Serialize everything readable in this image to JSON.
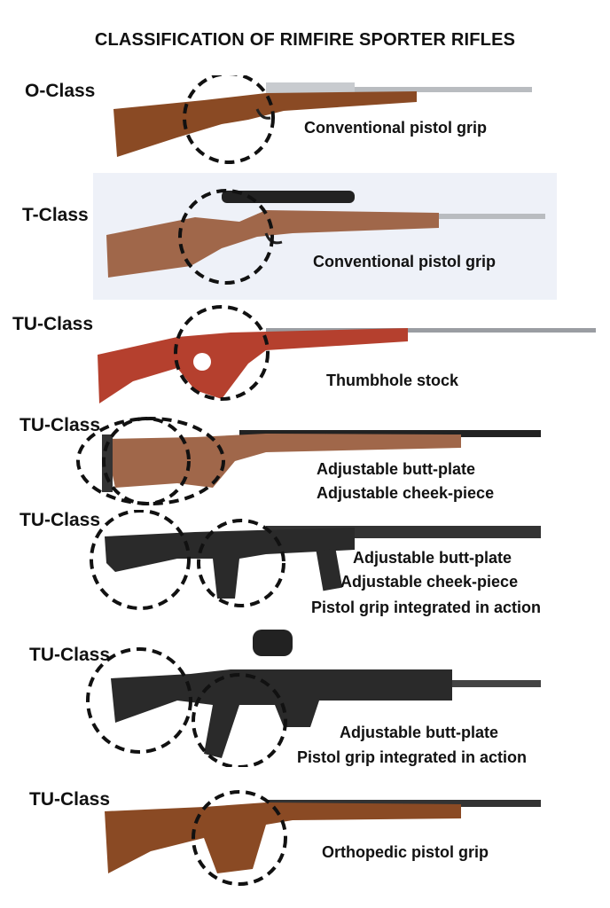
{
  "title": "CLASSIFICATION OF RIMFIRE SPORTER RIFLES",
  "rows": [
    {
      "class_label": "O-Class",
      "captions": [
        "Conventional pistol grip"
      ]
    },
    {
      "class_label": "T-Class",
      "captions": [
        "Conventional pistol grip"
      ]
    },
    {
      "class_label": "TU-Class",
      "captions": [
        "Thumbhole stock"
      ]
    },
    {
      "class_label": "TU-Class",
      "captions": [
        "Adjustable butt-plate",
        "Adjustable cheek-piece"
      ]
    },
    {
      "class_label": "TU-Class",
      "captions": [
        "Adjustable butt-plate",
        "Adjustable cheek-piece",
        "Pistol grip integrated in action"
      ]
    },
    {
      "class_label": "TU-Class",
      "captions": [
        "Adjustable butt-plate",
        "Pistol grip integrated in action"
      ]
    },
    {
      "class_label": "TU-Class",
      "captions": [
        "Orthopedic pistol grip"
      ]
    }
  ],
  "colors": {
    "walnut": "#8a4a24",
    "laminate": "#a0674a",
    "red_laminate": "#b5402e",
    "black": "#222222",
    "steel": "#b9bcc0",
    "band": "#eef1f8"
  }
}
